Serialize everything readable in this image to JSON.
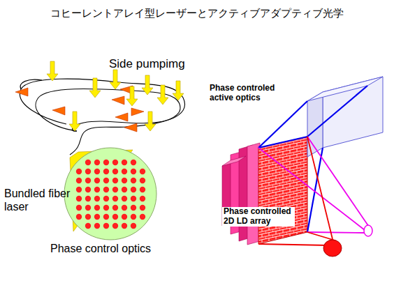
{
  "diagram": {
    "title": "コヒーレントアレイ型レーザーとアクティブアダプティブ光学",
    "labels": [
      "Side pumpimg",
      "Bundled fiber laser",
      "Phase control optics",
      "Phase controled active optics",
      "Phase controlled 2D LD array"
    ]
  }
}
